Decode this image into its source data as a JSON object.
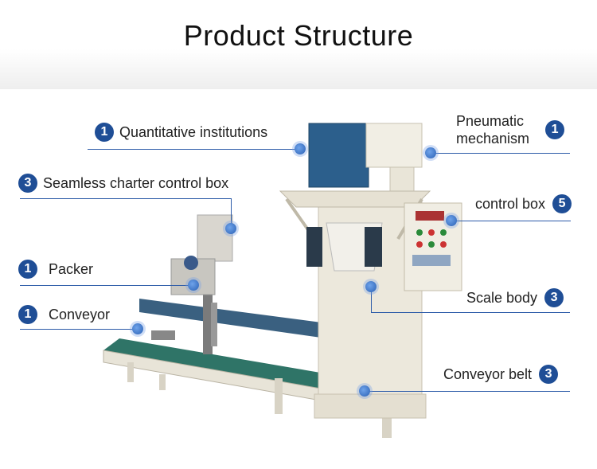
{
  "title": "Product Structure",
  "colors": {
    "accent": "#1f4e96",
    "leader": "#2c5ba8"
  },
  "labels": {
    "quantitative": {
      "text": "Quantitative institutions",
      "number": "1"
    },
    "pneumatic": {
      "line1": "Pneumatic",
      "line2": "mechanism",
      "number": "1"
    },
    "seamless": {
      "text": "Seamless charter control box",
      "number": "3"
    },
    "control_box": {
      "text": "control box",
      "number": "5"
    },
    "packer": {
      "text": "Packer",
      "number": "1"
    },
    "scale_body": {
      "text": "Scale body",
      "number": "3"
    },
    "conveyor": {
      "text": "Conveyor",
      "number": "1"
    },
    "conveyor_belt": {
      "text": "Conveyor belt",
      "number": "3"
    }
  }
}
